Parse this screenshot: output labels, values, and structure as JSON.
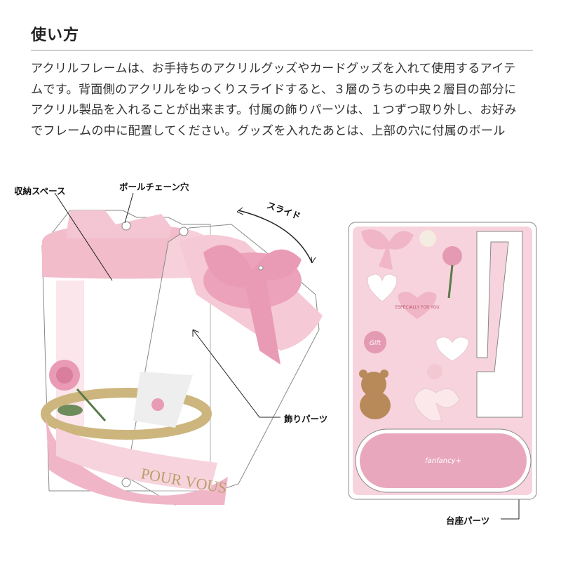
{
  "heading": "使い方",
  "description_lines": [
    "アクリルフレームは、お手持ちのアクリルグッズやカードグッズを入れて使用するアイテ",
    "ムです。背面側のアクリルをゆっくりスライドすると、３層のうちの中央２層目の部分に",
    "アクリル製品を入れることが出来ます。付属の飾りパーツは、１つずつ取り外し、お好み",
    "でフレームの中に配置してください。グッズを入れたあとは、上部の穴に付属のボール"
  ],
  "labels": {
    "storage": "収納スペース",
    "chain_hole": "ボールチェーン穴",
    "slide": "スライド",
    "decor_parts": "飾りパーツ",
    "base_parts": "台座パーツ"
  },
  "artwork_text": {
    "ribbon": "POUR VOUS",
    "heart": "ESPECIALLY FOR YOU",
    "seal": "Gift",
    "base_logo": "fanfancy+"
  },
  "colors": {
    "pink": "#f2bccb",
    "pink_dark": "#e79ab2",
    "gold": "#cdb57e",
    "sheet": "#f7d3dd"
  }
}
